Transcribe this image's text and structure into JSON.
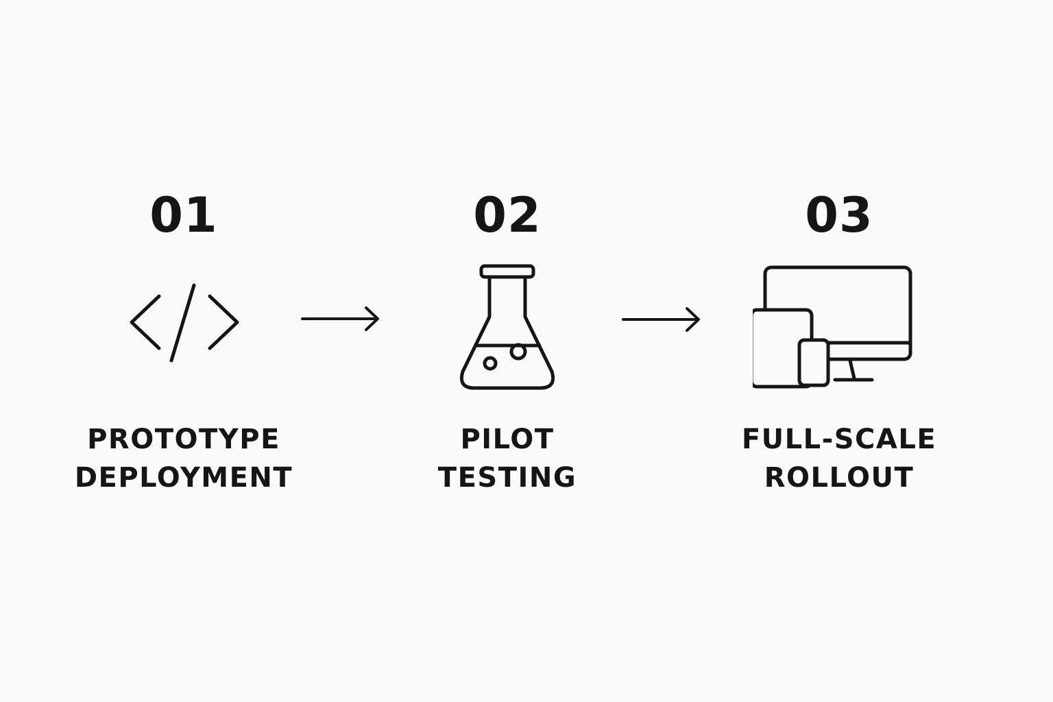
{
  "colors": {
    "background": "#fafafa",
    "ink": "#151515"
  },
  "steps": [
    {
      "number": "01",
      "label_line1": "PROTOTYPE",
      "label_line2": "DEPLOYMENT",
      "icon": "code-icon"
    },
    {
      "number": "02",
      "label_line1": "PILOT",
      "label_line2": "TESTING",
      "icon": "flask-icon"
    },
    {
      "number": "03",
      "label_line1": "FULL-SCALE",
      "label_line2": "ROLLOUT",
      "icon": "devices-icon"
    }
  ],
  "connectors": [
    {
      "from": "01",
      "to": "02",
      "icon": "arrow-right-icon"
    },
    {
      "from": "02",
      "to": "03",
      "icon": "arrow-right-icon"
    }
  ]
}
